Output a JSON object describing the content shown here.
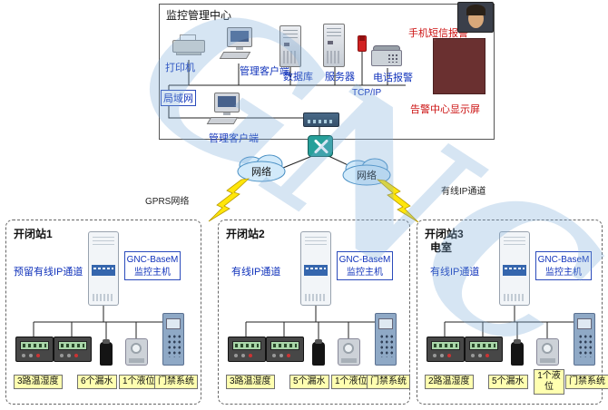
{
  "watermark": "GNC",
  "colors": {
    "label_blue": "#1133bb",
    "alert_red": "#cc1111",
    "highlight_yellow": "#ffffb0",
    "watermark_blue": "#7aaad8",
    "bolt_yellow": "#ffe60a",
    "cloud_fill": "#d2eafa"
  },
  "center": {
    "title": "监控管理中心",
    "printer": "打印机",
    "client1": "管理客户端",
    "database": "数据库",
    "server": "服务器",
    "phone_alarm": "电话报警",
    "sms_alarm": "手机短信报警",
    "display_wall": "告警中心显示屏",
    "tcpip": "TCP/IP",
    "lan": "局域网",
    "client2": "管理客户端"
  },
  "network": {
    "cloud_left": "网络",
    "cloud_right": "网络",
    "gprs": "GPRS网络",
    "wired": "有线IP通道"
  },
  "stations": [
    {
      "title": "开闭站1",
      "subtitle": "",
      "channel": "预留有线IP通道",
      "host_line1": "GNC-BaseM",
      "host_line2": "监控主机",
      "sensors": [
        "3路温湿度",
        "6个漏水",
        "1个液位",
        "门禁系统"
      ]
    },
    {
      "title": "开闭站2",
      "subtitle": "",
      "channel": "有线IP通道",
      "host_line1": "GNC-BaseM",
      "host_line2": "监控主机",
      "sensors": [
        "3路温湿度",
        "5个漏水",
        "1个液位",
        "门禁系统"
      ]
    },
    {
      "title": "开闭站3",
      "subtitle": "电室",
      "channel": "有线IP通道",
      "host_line1": "GNC-BaseM",
      "host_line2": "监控主机",
      "sensors": [
        "2路温湿度",
        "5个漏水",
        "1个液位",
        "门禁系统"
      ]
    }
  ]
}
